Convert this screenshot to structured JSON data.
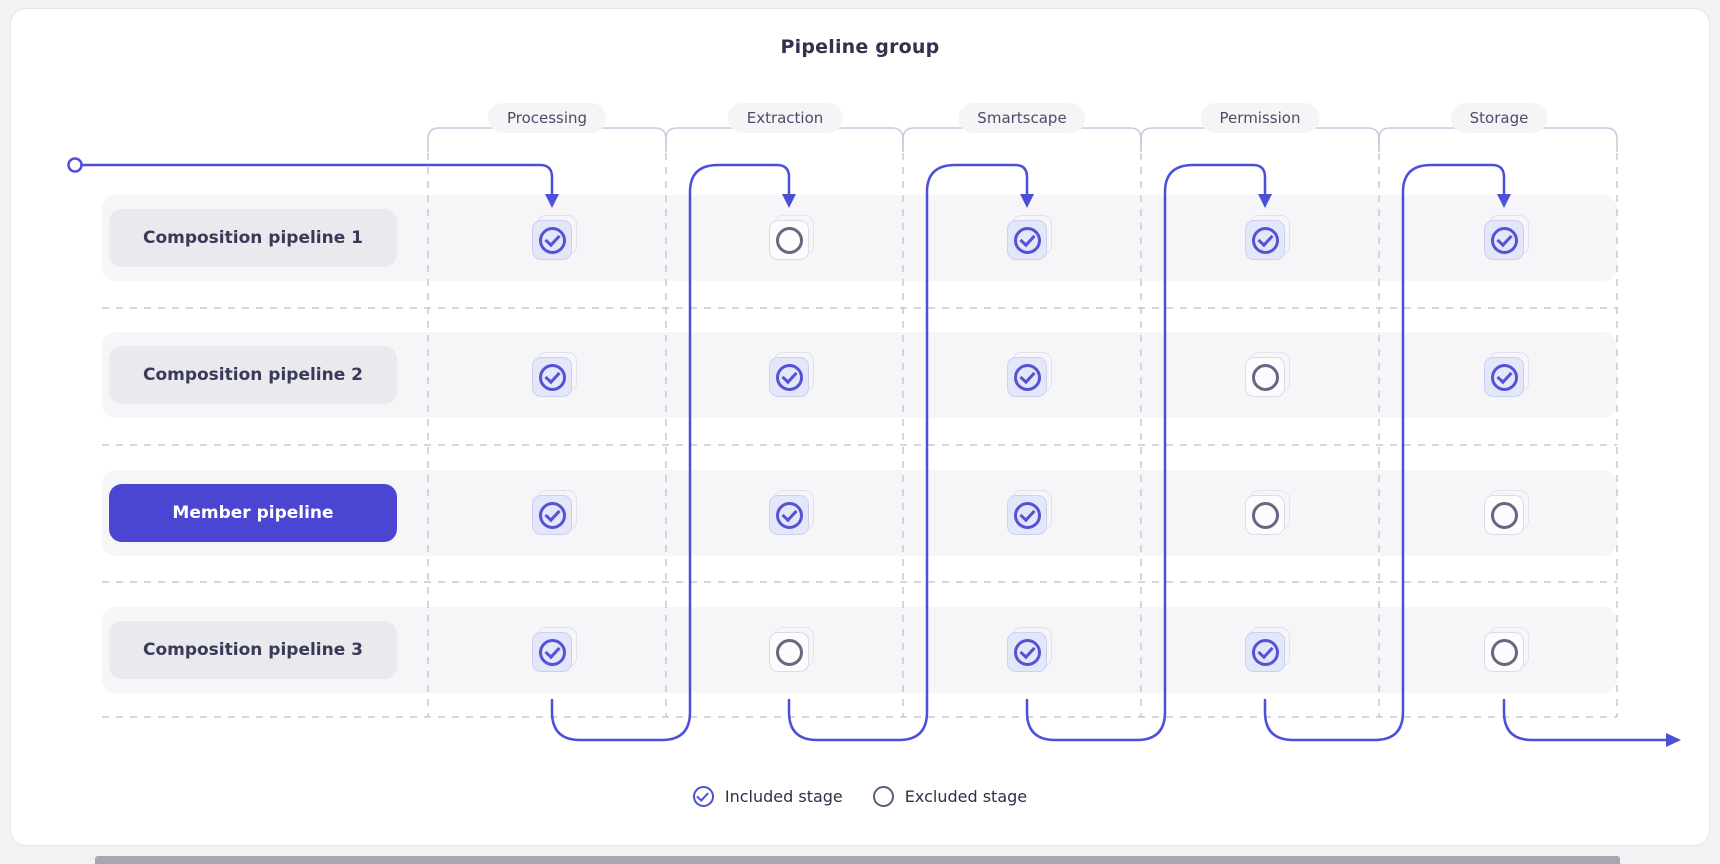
{
  "title": "Pipeline group",
  "columns": [
    {
      "label": "Processing"
    },
    {
      "label": "Extraction"
    },
    {
      "label": "Smartscape"
    },
    {
      "label": "Permission"
    },
    {
      "label": "Storage"
    }
  ],
  "rows": [
    {
      "label": "Composition pipeline 1",
      "kind": "composition",
      "stages": [
        "included",
        "excluded",
        "included",
        "included",
        "included"
      ]
    },
    {
      "label": "Composition pipeline 2",
      "kind": "composition",
      "stages": [
        "included",
        "included",
        "included",
        "excluded",
        "included"
      ]
    },
    {
      "label": "Member pipeline",
      "kind": "member",
      "stages": [
        "included",
        "included",
        "included",
        "excluded",
        "excluded"
      ]
    },
    {
      "label": "Composition pipeline 3",
      "kind": "composition",
      "stages": [
        "included",
        "excluded",
        "included",
        "included",
        "excluded"
      ]
    }
  ],
  "legend": [
    {
      "icon": "check-circle-icon",
      "label": "Included stage"
    },
    {
      "icon": "circle-icon",
      "label": "Excluded stage"
    }
  ],
  "colors": {
    "flow_line": "#4c4fd7",
    "member_pill": "#4b46d1",
    "included_icon": "#5552d4",
    "excluded_icon": "#646880",
    "row_band": "#f6f6f8",
    "label_pill": "#e9e9ee",
    "dashed_grid": "#c7c8d8",
    "title_text": "#31324b"
  }
}
